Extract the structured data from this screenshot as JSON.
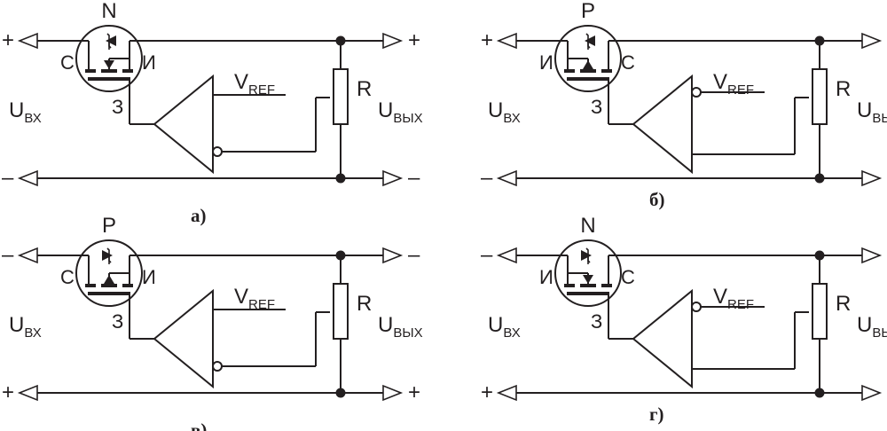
{
  "circuits": [
    {
      "id": "a",
      "caption": "а)",
      "channel": "N",
      "pin_left": "С",
      "pin_right": "И",
      "gate": "З",
      "top_terminal": "+",
      "bottom_terminal": "–",
      "vref": "V",
      "vref_sub": "REF",
      "resistor": "R",
      "uin": "U",
      "uin_sub": "ВХ",
      "uout": "U",
      "uout_sub": "ВЫХ"
    },
    {
      "id": "b",
      "caption": "б)",
      "channel": "P",
      "pin_left": "И",
      "pin_right": "С",
      "gate": "З",
      "top_terminal": "+",
      "bottom_terminal": "–",
      "vref": "V",
      "vref_sub": "REF",
      "resistor": "R",
      "uin": "U",
      "uin_sub": "ВХ",
      "uout": "U",
      "uout_sub": "ВЫХ"
    },
    {
      "id": "v",
      "caption": "в)",
      "channel": "P",
      "pin_left": "С",
      "pin_right": "И",
      "gate": "З",
      "top_terminal": "–",
      "bottom_terminal": "+",
      "vref": "V",
      "vref_sub": "REF",
      "resistor": "R",
      "uin": "U",
      "uin_sub": "ВХ",
      "uout": "U",
      "uout_sub": "ВЫХ"
    },
    {
      "id": "g",
      "caption": "г)",
      "channel": "N",
      "pin_left": "И",
      "pin_right": "С",
      "gate": "З",
      "top_terminal": "–",
      "bottom_terminal": "+",
      "vref": "V",
      "vref_sub": "REF",
      "resistor": "R",
      "uin": "U",
      "uin_sub": "ВХ",
      "uout": "U",
      "uout_sub": "ВЫХ"
    }
  ]
}
